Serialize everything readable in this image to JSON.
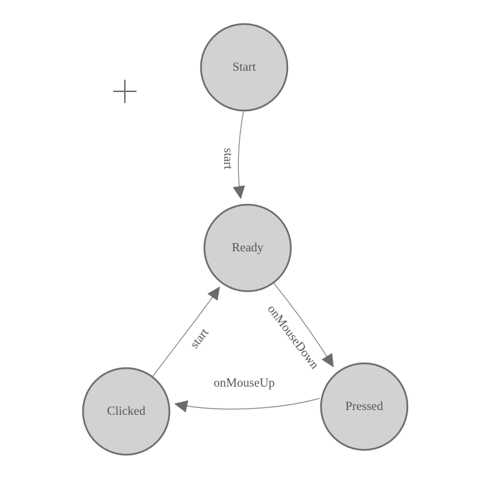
{
  "colors": {
    "node_fill": "#d2d2d2",
    "node_border": "#6c6c6c",
    "edge": "#808080",
    "arrow": "#6b6b6b",
    "text": "#555555",
    "canvas_bg": "#ffffff"
  },
  "diagram": {
    "type": "state-machine",
    "nodes": [
      {
        "id": "start",
        "label": "Start"
      },
      {
        "id": "ready",
        "label": "Ready"
      },
      {
        "id": "clicked",
        "label": "Clicked"
      },
      {
        "id": "pressed",
        "label": "Pressed"
      }
    ],
    "edges": [
      {
        "from": "Start",
        "to": "Ready",
        "label": "start"
      },
      {
        "from": "Clicked",
        "to": "Ready",
        "label": "start"
      },
      {
        "from": "Ready",
        "to": "Pressed",
        "label": "onMouseDown"
      },
      {
        "from": "Pressed",
        "to": "Clicked",
        "label": "onMouseUp"
      }
    ],
    "cursor": {
      "icon": "crosshair-plus"
    }
  }
}
